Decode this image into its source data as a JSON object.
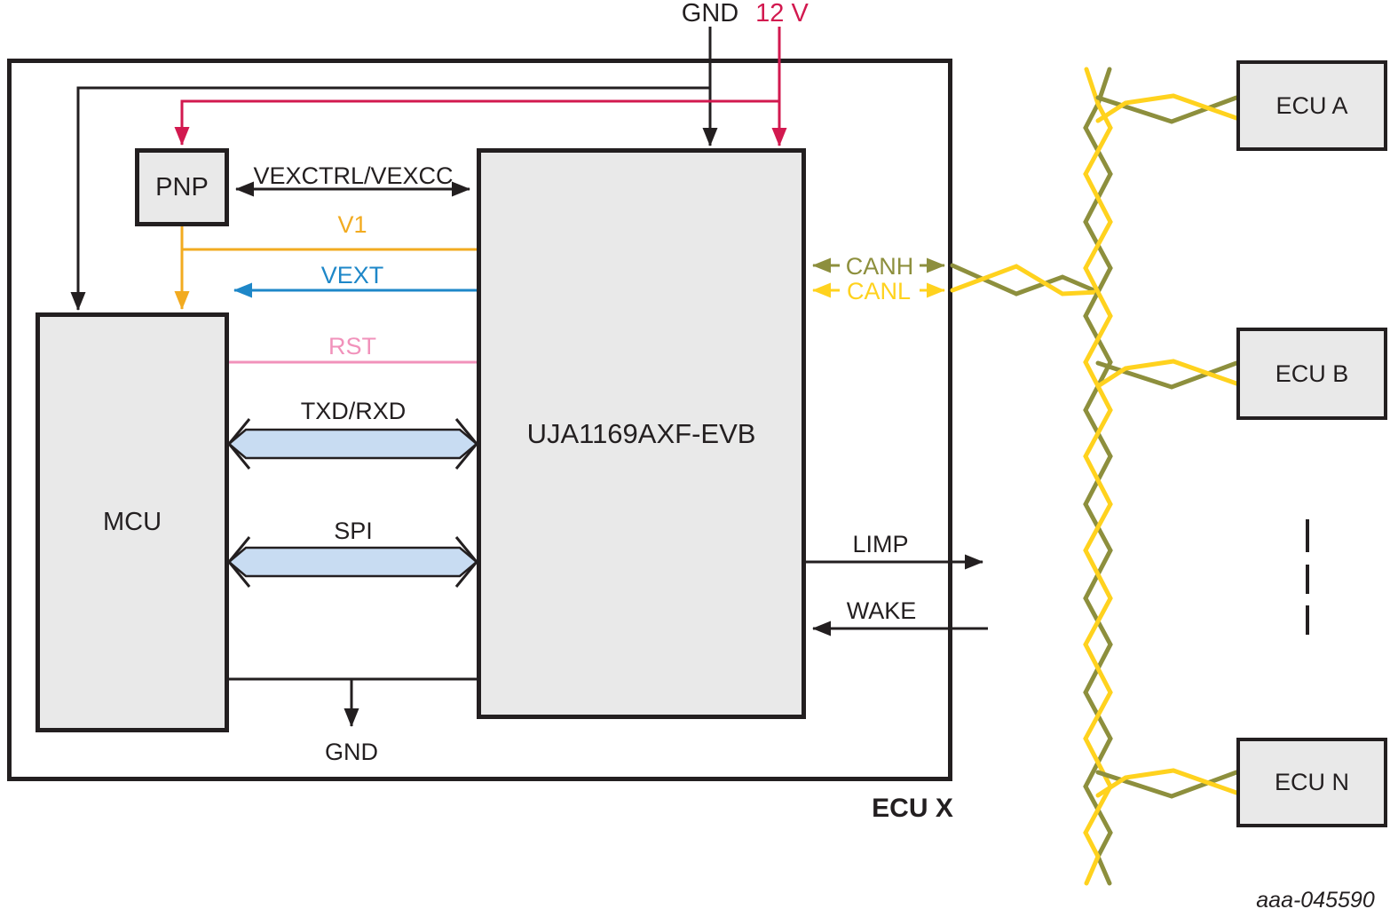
{
  "diagram": {
    "top_rails": {
      "gnd": "GND",
      "v12": "12 V"
    },
    "blocks": {
      "pnp": "PNP",
      "mcu": "MCU",
      "transceiver": "UJA1169AXF-EVB"
    },
    "signals": {
      "vexctrl": "VEXCTRL/VEXCC",
      "v1": "V1",
      "vext": "VEXT",
      "rst": "RST",
      "txd_rxd": "TXD/RXD",
      "spi": "SPI",
      "limp": "LIMP",
      "wake": "WAKE",
      "canh": "CANH",
      "canl": "CANL",
      "gnd_bottom": "GND"
    },
    "ecu_x_label": "ECU X",
    "remote_ecus": [
      {
        "label": "ECU A"
      },
      {
        "label": "ECU B"
      },
      {
        "label": "ECU N"
      }
    ],
    "figure_id": "aaa-045590",
    "colors": {
      "line": "#231f20",
      "red": "#d2194f",
      "orange": "#f2ab20",
      "blue": "#1e87c8",
      "pink": "#f192bb",
      "olive": "#8d8f3d",
      "yellow": "#ffd21e",
      "arrow_fill": "#c8dcf2",
      "box_fill": "#e9e9e9"
    }
  }
}
